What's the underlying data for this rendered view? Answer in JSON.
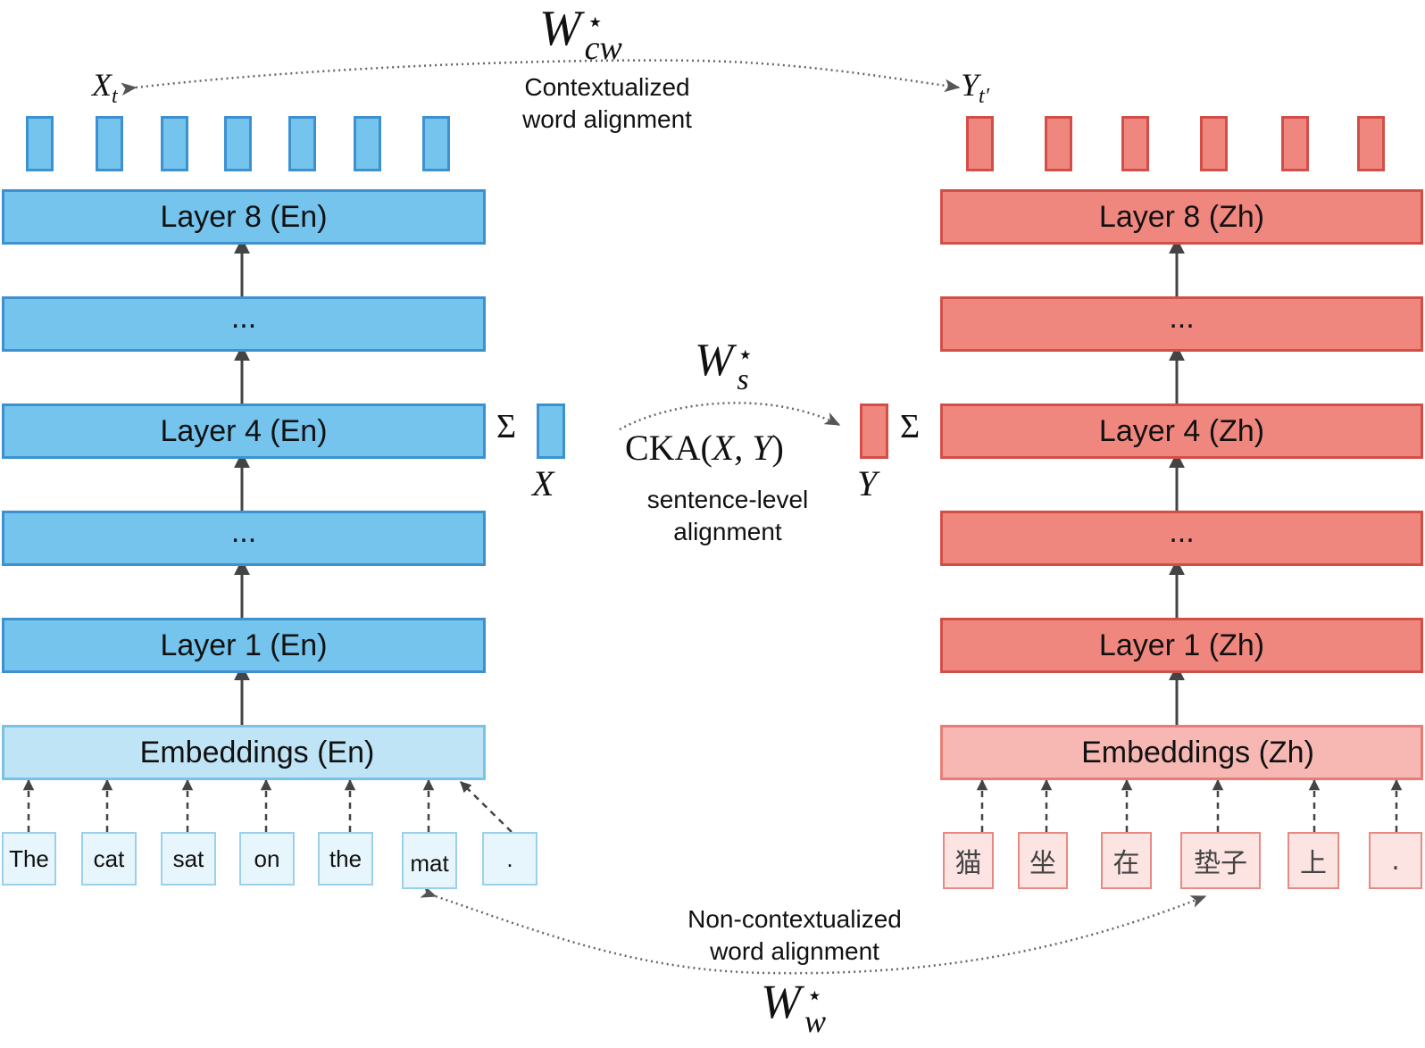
{
  "english": {
    "layers": [
      "Layer 8 (En)",
      "...",
      "Layer 4 (En)",
      "...",
      "Layer 1 (En)"
    ],
    "embeddings": "Embeddings (En)",
    "tokens": [
      "The",
      "cat",
      "sat",
      "on",
      "the",
      "mat",
      "."
    ],
    "vector_label": "X",
    "top_label": {
      "base": "X",
      "sub": "t"
    },
    "sum_symbol": "Σ"
  },
  "chinese": {
    "layers": [
      "Layer 8 (Zh)",
      "...",
      "Layer 4 (Zh)",
      "...",
      "Layer 1 (Zh)"
    ],
    "embeddings": "Embeddings (Zh)",
    "tokens": [
      "猫",
      "坐",
      "在",
      "垫子",
      "上",
      "."
    ],
    "vector_label": "Y",
    "top_label": {
      "base": "Y",
      "sub": "t′"
    },
    "sum_symbol": "Ʃ"
  },
  "alignments": {
    "contextualized": {
      "weight": {
        "base": "W",
        "sup": "⋆",
        "sub": "cw"
      },
      "caption_line1": "Contextualized",
      "caption_line2": "word alignment"
    },
    "sentence": {
      "weight": {
        "base": "W",
        "sup": "⋆",
        "sub": "s"
      },
      "cka_prefix": "CKA(",
      "cka_args": "X, Y",
      "cka_suffix": ")",
      "caption_line1": "sentence-level",
      "caption_line2": "alignment"
    },
    "noncontextualized": {
      "weight": {
        "base": "W",
        "sup": "⋆",
        "sub": "w"
      },
      "caption_line1": "Non-contextualized",
      "caption_line2": "word alignment"
    }
  },
  "colors": {
    "english_fill": "#74c4ee",
    "english_border": "#3d91cf",
    "chinese_fill": "#f0877f",
    "chinese_border": "#d24f48",
    "arrow": "#444444"
  }
}
